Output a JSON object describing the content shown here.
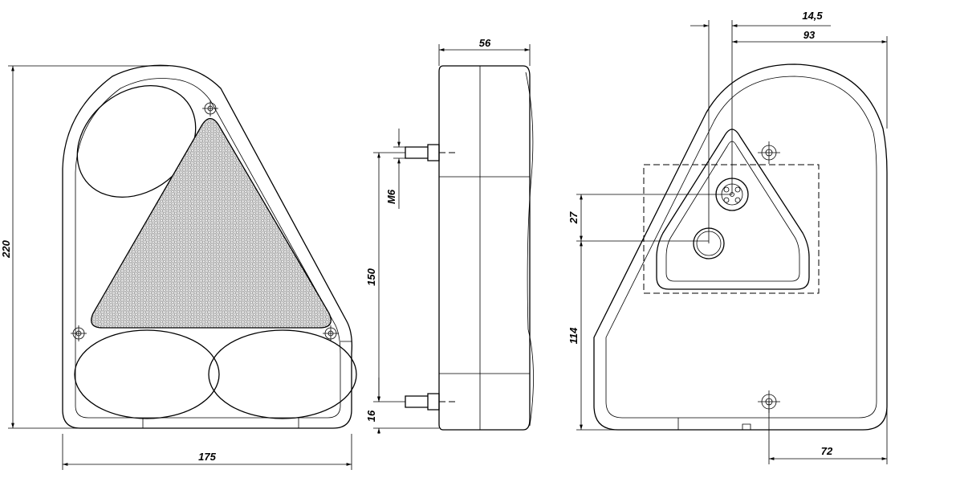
{
  "drawing": {
    "front_view": {
      "height_label": "220",
      "width_label": "175"
    },
    "side_view": {
      "depth_label": "56",
      "thread_label": "M6",
      "stud_spacing_label": "150",
      "stud_offset_label": "16"
    },
    "rear_view": {
      "connector_offset_label": "14,5",
      "center_offset_label": "93",
      "connector_hole_label": "27",
      "hole_height_label": "114",
      "screw_offset_label": "72"
    }
  }
}
